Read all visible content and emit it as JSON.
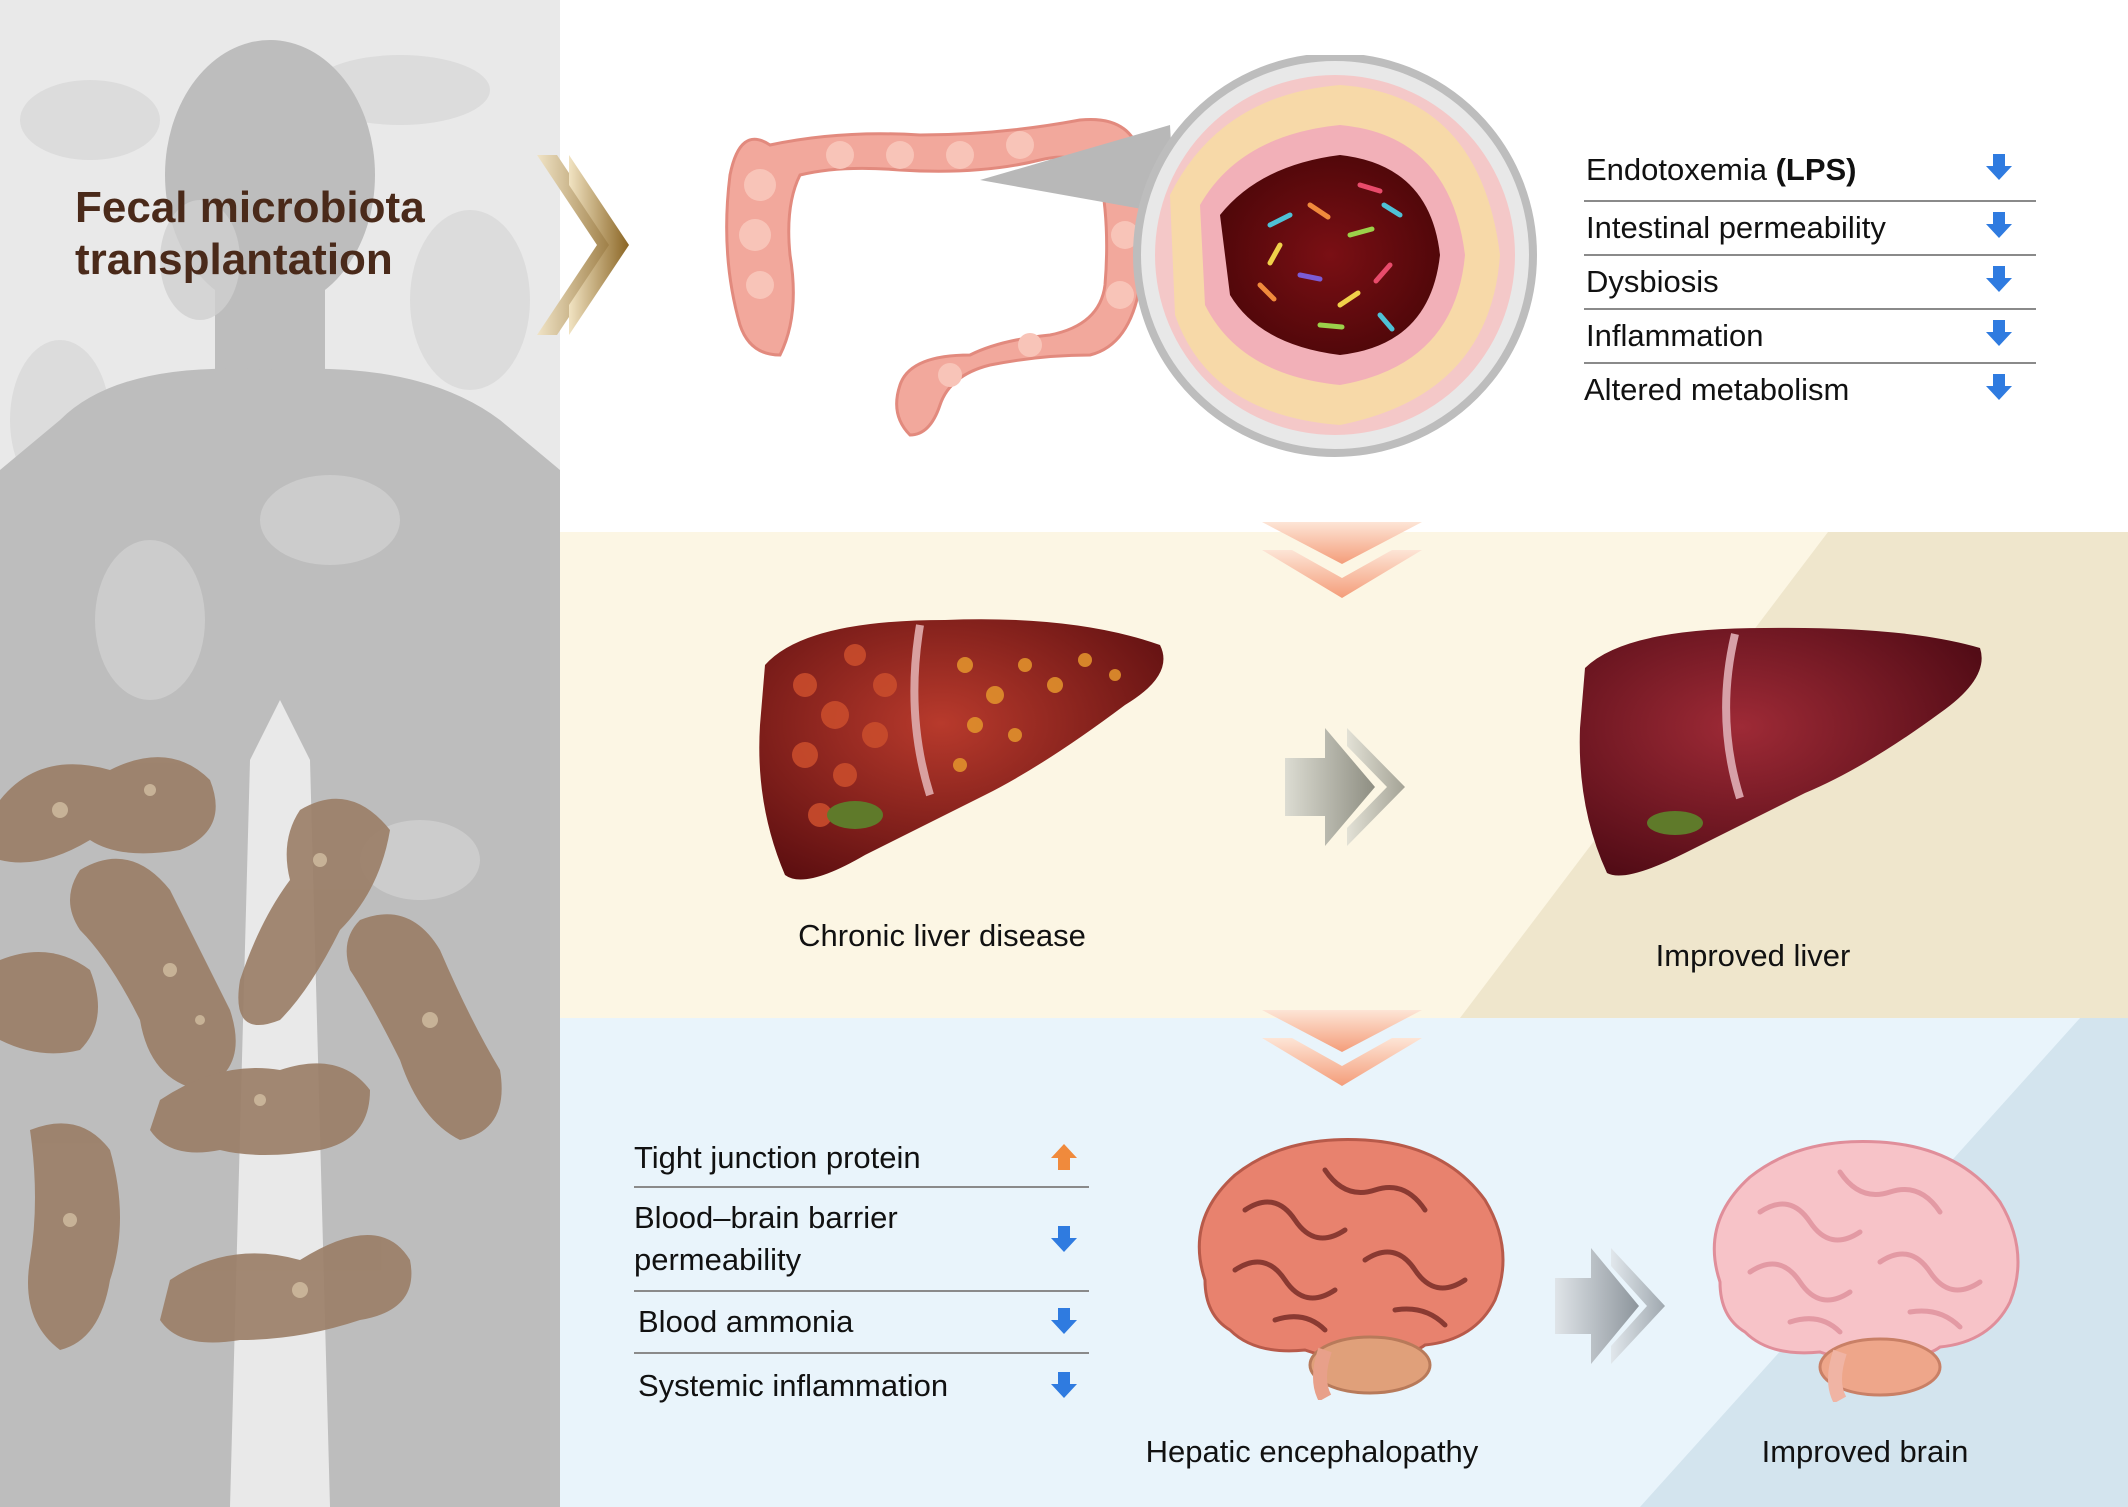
{
  "title": {
    "line1": "Fecal microbiota",
    "line2": "transplantation"
  },
  "gut_effects": {
    "items": [
      {
        "label": "Endotoxemia ",
        "emphasis": "(LPS)",
        "direction": "down"
      },
      {
        "label": "Intestinal permeability",
        "direction": "down"
      },
      {
        "label": "Dysbiosis",
        "direction": "down"
      },
      {
        "label": "Inflammation",
        "direction": "down"
      },
      {
        "label": "Altered metabolism",
        "direction": "down"
      }
    ]
  },
  "liver": {
    "before_label": "Chronic liver disease",
    "after_label": "Improved liver"
  },
  "brain_effects": {
    "items": [
      {
        "label": "Tight junction protein",
        "direction": "up"
      },
      {
        "label_line1": "Blood–brain barrier",
        "label_line2": "permeability",
        "direction": "down"
      },
      {
        "label": "Blood ammonia",
        "direction": "down"
      },
      {
        "label": "Systemic inflammation",
        "direction": "down"
      }
    ]
  },
  "brain": {
    "before_label": "Hepatic encephalopathy",
    "after_label": "Improved brain"
  },
  "colors": {
    "down_arrow": "#2f7be0",
    "up_arrow": "#f08a3c",
    "title": "#4a2a1a",
    "liver_band": "#fcf6e4",
    "brain_band": "#e9f4fb"
  }
}
